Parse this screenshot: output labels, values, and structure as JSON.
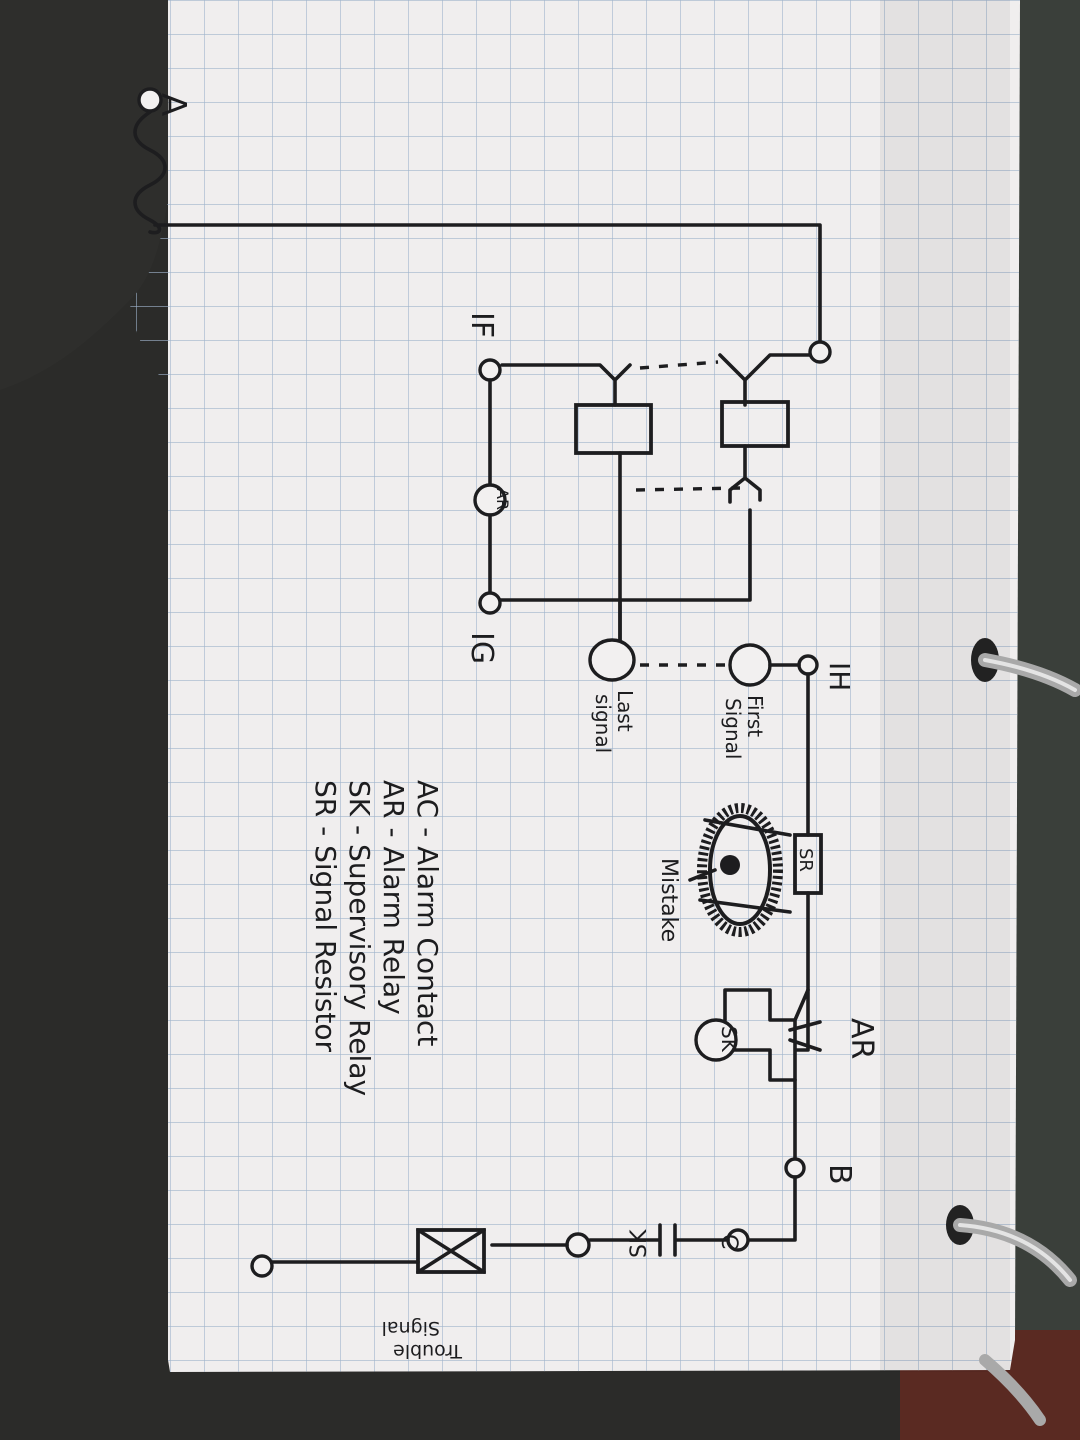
{
  "diagram": {
    "terminals": {
      "a": "A",
      "ih": "IH",
      "b": "B",
      "c": "C",
      "if": "IF",
      "ig": "IG"
    },
    "components": {
      "ar_relay_coil": "AR",
      "ar_contact": "AR",
      "sk_relay_coil": "SK",
      "sk_contact": "SK",
      "signal_resistor": "SR"
    },
    "notes": {
      "first_signal": [
        "First",
        "Signal"
      ],
      "last_signal": [
        "Last",
        "signal"
      ],
      "mistake": "Mistake",
      "trouble_signal": [
        "Trouble",
        "Signal"
      ]
    },
    "legend": [
      "AC - Alarm Contact",
      "AR - Alarm Relay",
      "SK - Supervisory Relay",
      "SR - Signal Resistor"
    ]
  },
  "colors": {
    "paper": "#f0eeee",
    "grid": "#9fb4cc",
    "ink": "#1d1d1f",
    "binder": "#3a3f3a",
    "background": "#2b2b29"
  }
}
